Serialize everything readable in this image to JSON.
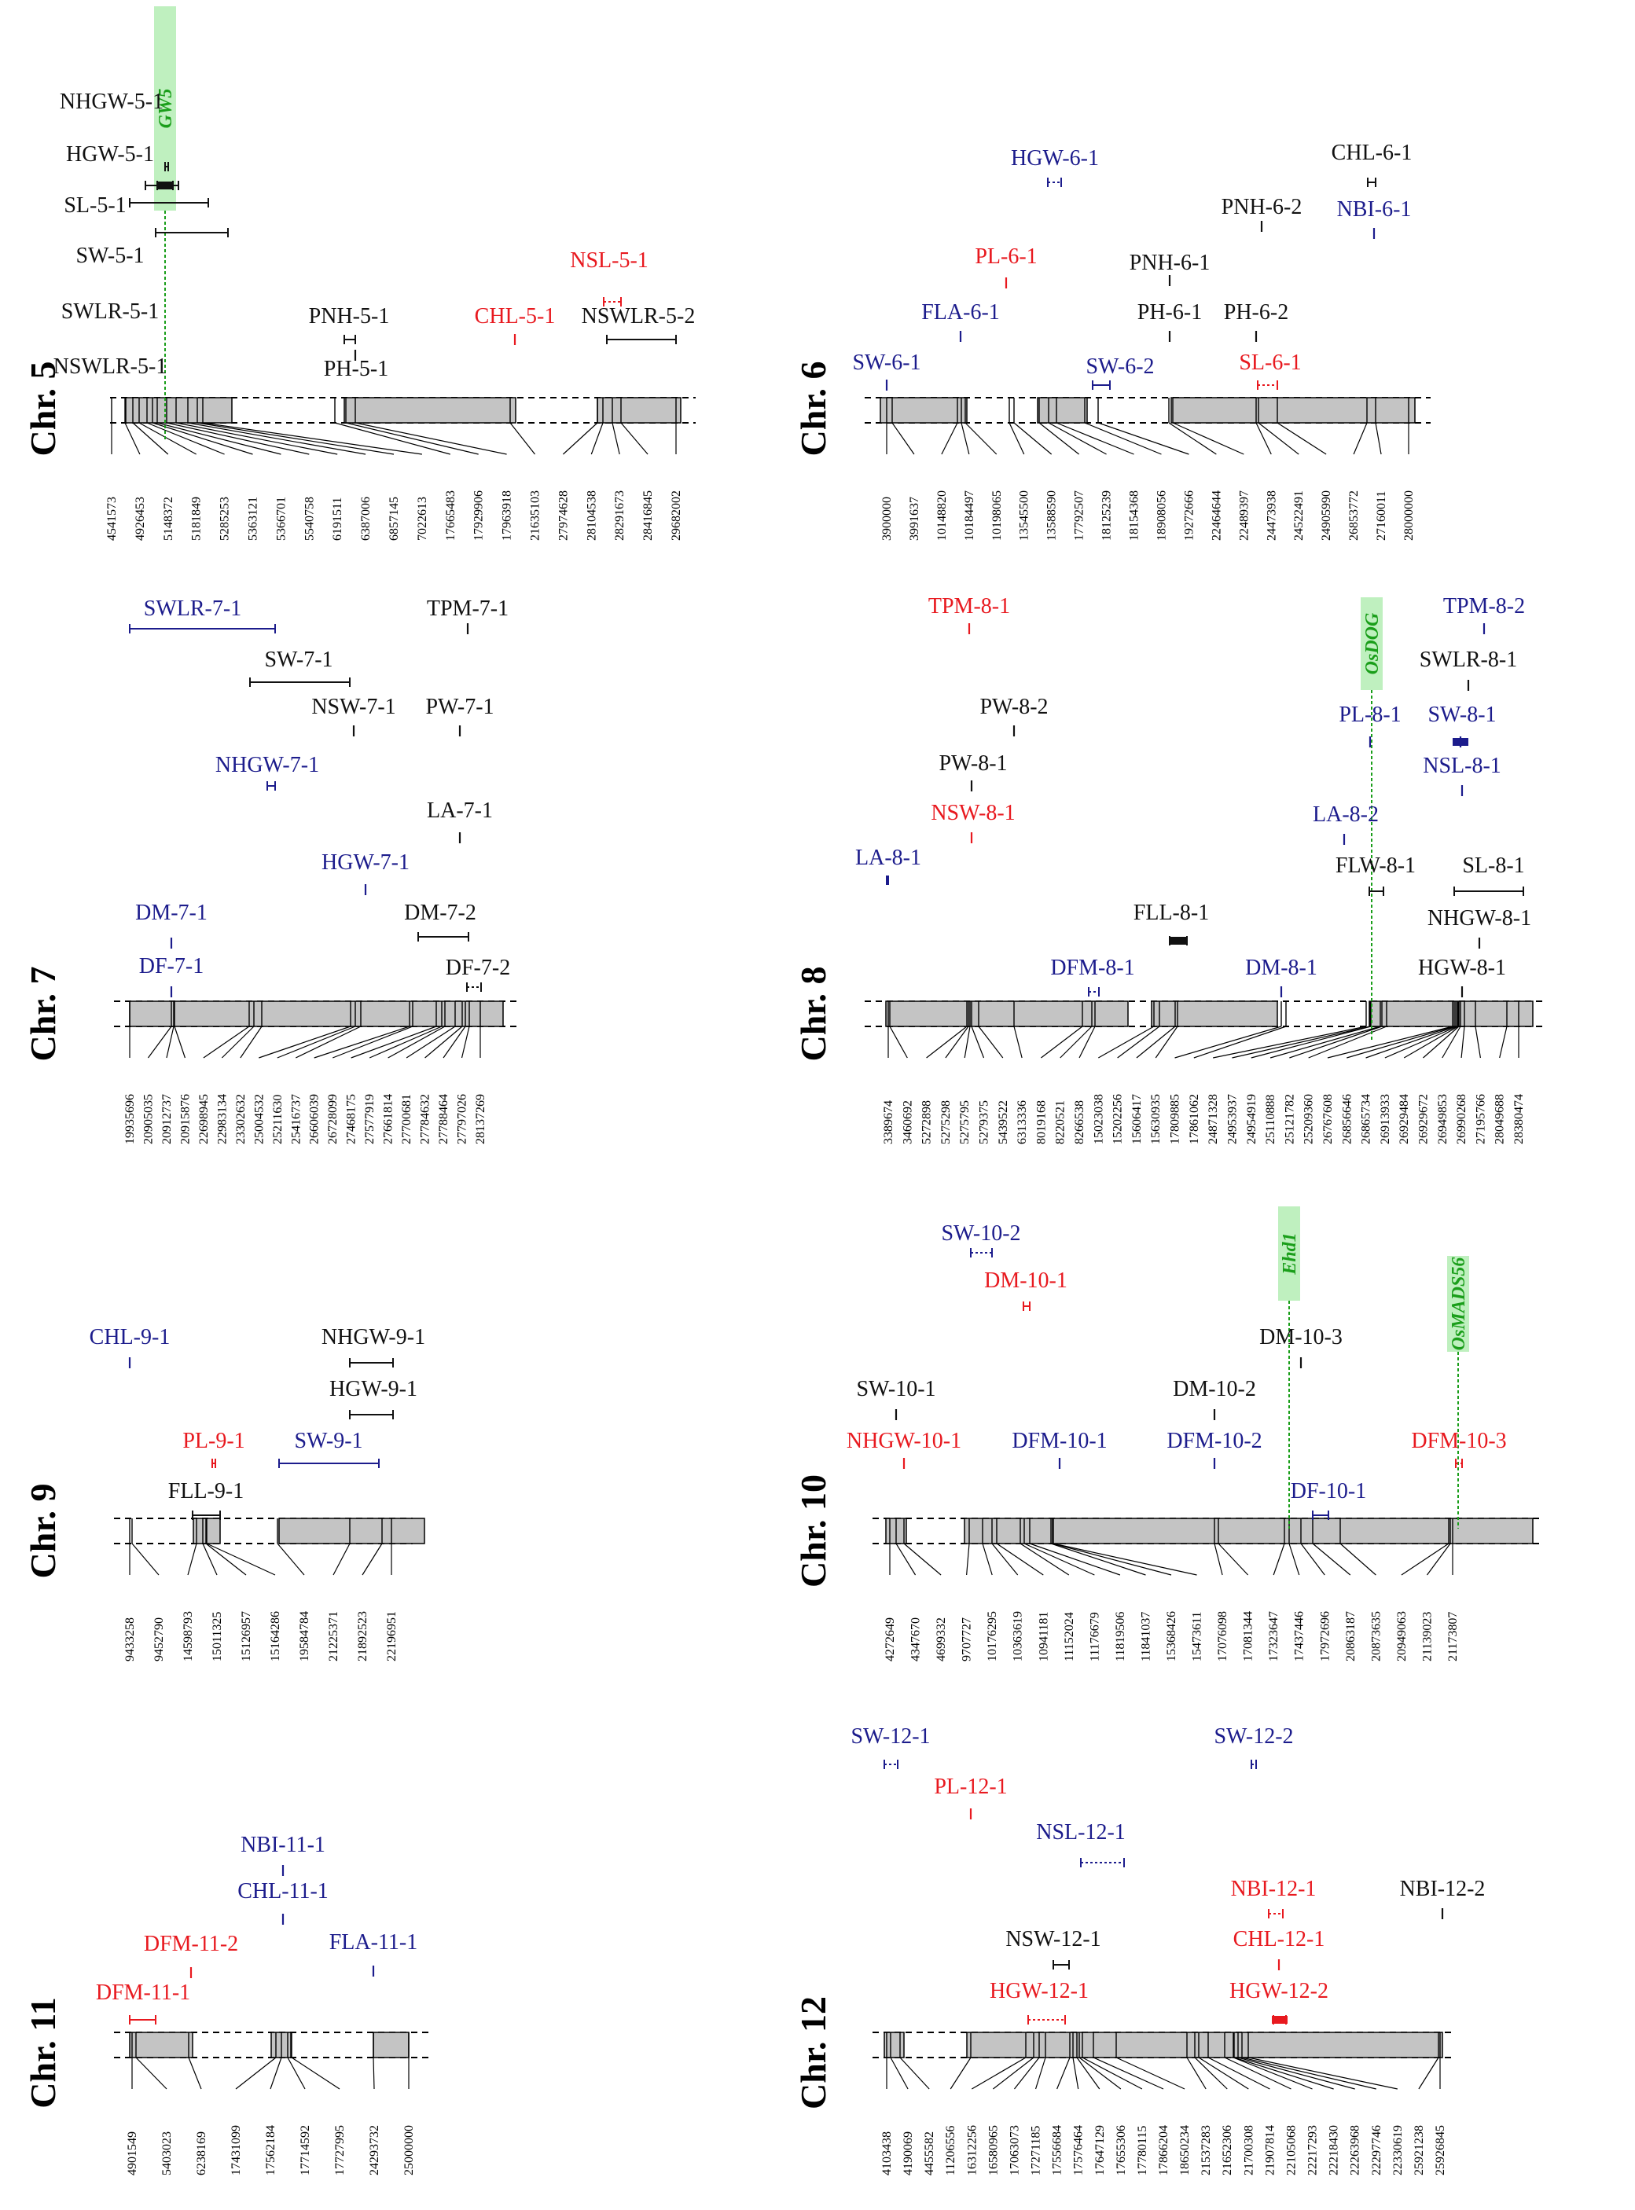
{
  "colors": {
    "red": "#e8191f",
    "blue": "#1c1c8c",
    "black": "#111111",
    "gene": "#1a9e1a",
    "gene_bg": "#bff0bf",
    "chromosome_fill": "#c4c4c4"
  },
  "chromosomes": [
    {
      "label": "Chr. 5",
      "positions": [
        "4541573",
        "4926453",
        "5148372",
        "5181849",
        "5285253",
        "5363121",
        "5366701",
        "5540758",
        "6191511",
        "6387006",
        "6857145",
        "7022613",
        "17665483",
        "17929906",
        "17963918",
        "21635103",
        "27974628",
        "28104538",
        "28291673",
        "28416845",
        "29682002"
      ],
      "qtls": [
        {
          "name": "NHGW-5-1",
          "color": "black"
        },
        {
          "name": "HGW-5-1",
          "color": "black"
        },
        {
          "name": "SL-5-1",
          "color": "black"
        },
        {
          "name": "SW-5-1",
          "color": "black"
        },
        {
          "name": "SWLR-5-1",
          "color": "black"
        },
        {
          "name": "NSWLR-5-1",
          "color": "black"
        },
        {
          "name": "PNH-5-1",
          "color": "black"
        },
        {
          "name": "PH-5-1",
          "color": "black"
        },
        {
          "name": "CHL-5-1",
          "color": "red"
        },
        {
          "name": "NSL-5-1",
          "color": "red"
        },
        {
          "name": "NSWLR-5-2",
          "color": "black"
        }
      ],
      "genes": [
        "GW5"
      ]
    },
    {
      "label": "Chr. 6",
      "positions": [
        "3900000",
        "3991637",
        "10148820",
        "10184497",
        "10198065",
        "13545500",
        "13588590",
        "17792507",
        "18125239",
        "18154368",
        "18908056",
        "19272666",
        "22464644",
        "22489397",
        "24473938",
        "24522491",
        "24905990",
        "26853772",
        "27160011",
        "28000000"
      ],
      "qtls": [
        {
          "name": "HGW-6-1",
          "color": "blue"
        },
        {
          "name": "CHL-6-1",
          "color": "black"
        },
        {
          "name": "PNH-6-2",
          "color": "black"
        },
        {
          "name": "NBI-6-1",
          "color": "blue"
        },
        {
          "name": "PL-6-1",
          "color": "red"
        },
        {
          "name": "PNH-6-1",
          "color": "black"
        },
        {
          "name": "FLA-6-1",
          "color": "blue"
        },
        {
          "name": "PH-6-1",
          "color": "black"
        },
        {
          "name": "PH-6-2",
          "color": "black"
        },
        {
          "name": "SW-6-1",
          "color": "blue"
        },
        {
          "name": "SW-6-2",
          "color": "blue"
        },
        {
          "name": "SL-6-1",
          "color": "red"
        }
      ],
      "genes": []
    },
    {
      "label": "Chr. 7",
      "positions": [
        "19935696",
        "20905035",
        "20912737",
        "20915876",
        "22698945",
        "22983134",
        "23302632",
        "25004532",
        "25211630",
        "25416737",
        "26606039",
        "26728099",
        "27468175",
        "27577919",
        "27661814",
        "27700681",
        "27784632",
        "27788464",
        "27797026",
        "28137269"
      ],
      "qtls": [
        {
          "name": "SWLR-7-1",
          "color": "blue"
        },
        {
          "name": "TPM-7-1",
          "color": "black"
        },
        {
          "name": "SW-7-1",
          "color": "black"
        },
        {
          "name": "NSW-7-1",
          "color": "black"
        },
        {
          "name": "PW-7-1",
          "color": "black"
        },
        {
          "name": "NHGW-7-1",
          "color": "blue"
        },
        {
          "name": "LA-7-1",
          "color": "black"
        },
        {
          "name": "HGW-7-1",
          "color": "blue"
        },
        {
          "name": "DM-7-1",
          "color": "blue"
        },
        {
          "name": "DM-7-2",
          "color": "black"
        },
        {
          "name": "DF-7-1",
          "color": "blue"
        },
        {
          "name": "DF-7-2",
          "color": "black"
        }
      ],
      "genes": []
    },
    {
      "label": "Chr. 8",
      "positions": [
        "3389674",
        "3460692",
        "5272898",
        "5275298",
        "5275795",
        "5279375",
        "5439522",
        "6313336",
        "8019168",
        "8220521",
        "8266538",
        "15023038",
        "15202256",
        "15606417",
        "15630935",
        "17809885",
        "17861062",
        "24871328",
        "24953937",
        "24954919",
        "25110888",
        "25121782",
        "25209360",
        "26767608",
        "26856646",
        "26865734",
        "26913933",
        "26929484",
        "26929672",
        "26949853",
        "26990268",
        "27195766",
        "28049688",
        "28380474"
      ],
      "qtls": [
        {
          "name": "TPM-8-1",
          "color": "red"
        },
        {
          "name": "TPM-8-2",
          "color": "blue"
        },
        {
          "name": "SWLR-8-1",
          "color": "black"
        },
        {
          "name": "PW-8-2",
          "color": "black"
        },
        {
          "name": "PL-8-1",
          "color": "blue"
        },
        {
          "name": "SW-8-1",
          "color": "blue"
        },
        {
          "name": "PW-8-1",
          "color": "black"
        },
        {
          "name": "NSL-8-1",
          "color": "blue"
        },
        {
          "name": "NSW-8-1",
          "color": "red"
        },
        {
          "name": "LA-8-2",
          "color": "blue"
        },
        {
          "name": "LA-8-1",
          "color": "blue"
        },
        {
          "name": "FLW-8-1",
          "color": "black"
        },
        {
          "name": "SL-8-1",
          "color": "black"
        },
        {
          "name": "FLL-8-1",
          "color": "black"
        },
        {
          "name": "NHGW-8-1",
          "color": "black"
        },
        {
          "name": "DFM-8-1",
          "color": "blue"
        },
        {
          "name": "DM-8-1",
          "color": "blue"
        },
        {
          "name": "HGW-8-1",
          "color": "black"
        }
      ],
      "genes": [
        "OsDOG"
      ]
    },
    {
      "label": "Chr. 9",
      "positions": [
        "9433258",
        "9452790",
        "14598793",
        "15011325",
        "15126957",
        "15164286",
        "19584784",
        "21225371",
        "21892523",
        "22196951"
      ],
      "qtls": [
        {
          "name": "CHL-9-1",
          "color": "blue"
        },
        {
          "name": "NHGW-9-1",
          "color": "black"
        },
        {
          "name": "HGW-9-1",
          "color": "black"
        },
        {
          "name": "PL-9-1",
          "color": "red"
        },
        {
          "name": "SW-9-1",
          "color": "blue"
        },
        {
          "name": "FLL-9-1",
          "color": "black"
        }
      ],
      "genes": []
    },
    {
      "label": "Chr. 10",
      "positions": [
        "4272649",
        "4347670",
        "4699332",
        "9707727",
        "10176295",
        "10363619",
        "10941181",
        "11152024",
        "11176679",
        "11819506",
        "11841037",
        "15368426",
        "15473611",
        "17076098",
        "17081344",
        "17323647",
        "17437446",
        "17972696",
        "20863187",
        "20873635",
        "20949063",
        "21139023",
        "21173807"
      ],
      "qtls": [
        {
          "name": "SW-10-2",
          "color": "blue"
        },
        {
          "name": "DM-10-1",
          "color": "red"
        },
        {
          "name": "DM-10-3",
          "color": "black"
        },
        {
          "name": "SW-10-1",
          "color": "black"
        },
        {
          "name": "DM-10-2",
          "color": "black"
        },
        {
          "name": "NHGW-10-1",
          "color": "red"
        },
        {
          "name": "DFM-10-1",
          "color": "blue"
        },
        {
          "name": "DFM-10-2",
          "color": "blue"
        },
        {
          "name": "DFM-10-3",
          "color": "red"
        },
        {
          "name": "DF-10-1",
          "color": "blue"
        }
      ],
      "genes": [
        "Ehd1",
        "OsMADS56"
      ]
    },
    {
      "label": "Chr. 11",
      "positions": [
        "4901549",
        "5403023",
        "6238169",
        "17431099",
        "17562184",
        "17714592",
        "17727995",
        "24293732",
        "25000000"
      ],
      "qtls": [
        {
          "name": "NBI-11-1",
          "color": "blue"
        },
        {
          "name": "CHL-11-1",
          "color": "blue"
        },
        {
          "name": "DFM-11-2",
          "color": "red"
        },
        {
          "name": "FLA-11-1",
          "color": "blue"
        },
        {
          "name": "DFM-11-1",
          "color": "red"
        }
      ],
      "genes": []
    },
    {
      "label": "Chr. 12",
      "positions": [
        "4103438",
        "4190069",
        "4455582",
        "11206556",
        "16312256",
        "16580965",
        "17063073",
        "17271185",
        "17556684",
        "17576464",
        "17647129",
        "17655306",
        "17780115",
        "17866204",
        "18650234",
        "21537283",
        "21652306",
        "21700308",
        "21907814",
        "22105068",
        "22217293",
        "22218430",
        "22263968",
        "22297746",
        "22330619",
        "25921238",
        "25926845"
      ],
      "qtls": [
        {
          "name": "SW-12-1",
          "color": "blue"
        },
        {
          "name": "SW-12-2",
          "color": "blue"
        },
        {
          "name": "PL-12-1",
          "color": "red"
        },
        {
          "name": "NSL-12-1",
          "color": "blue"
        },
        {
          "name": "NBI-12-1",
          "color": "red"
        },
        {
          "name": "NBI-12-2",
          "color": "black"
        },
        {
          "name": "NSW-12-1",
          "color": "black"
        },
        {
          "name": "CHL-12-1",
          "color": "red"
        },
        {
          "name": "HGW-12-1",
          "color": "red"
        },
        {
          "name": "HGW-12-2",
          "color": "red"
        }
      ],
      "genes": []
    }
  ]
}
